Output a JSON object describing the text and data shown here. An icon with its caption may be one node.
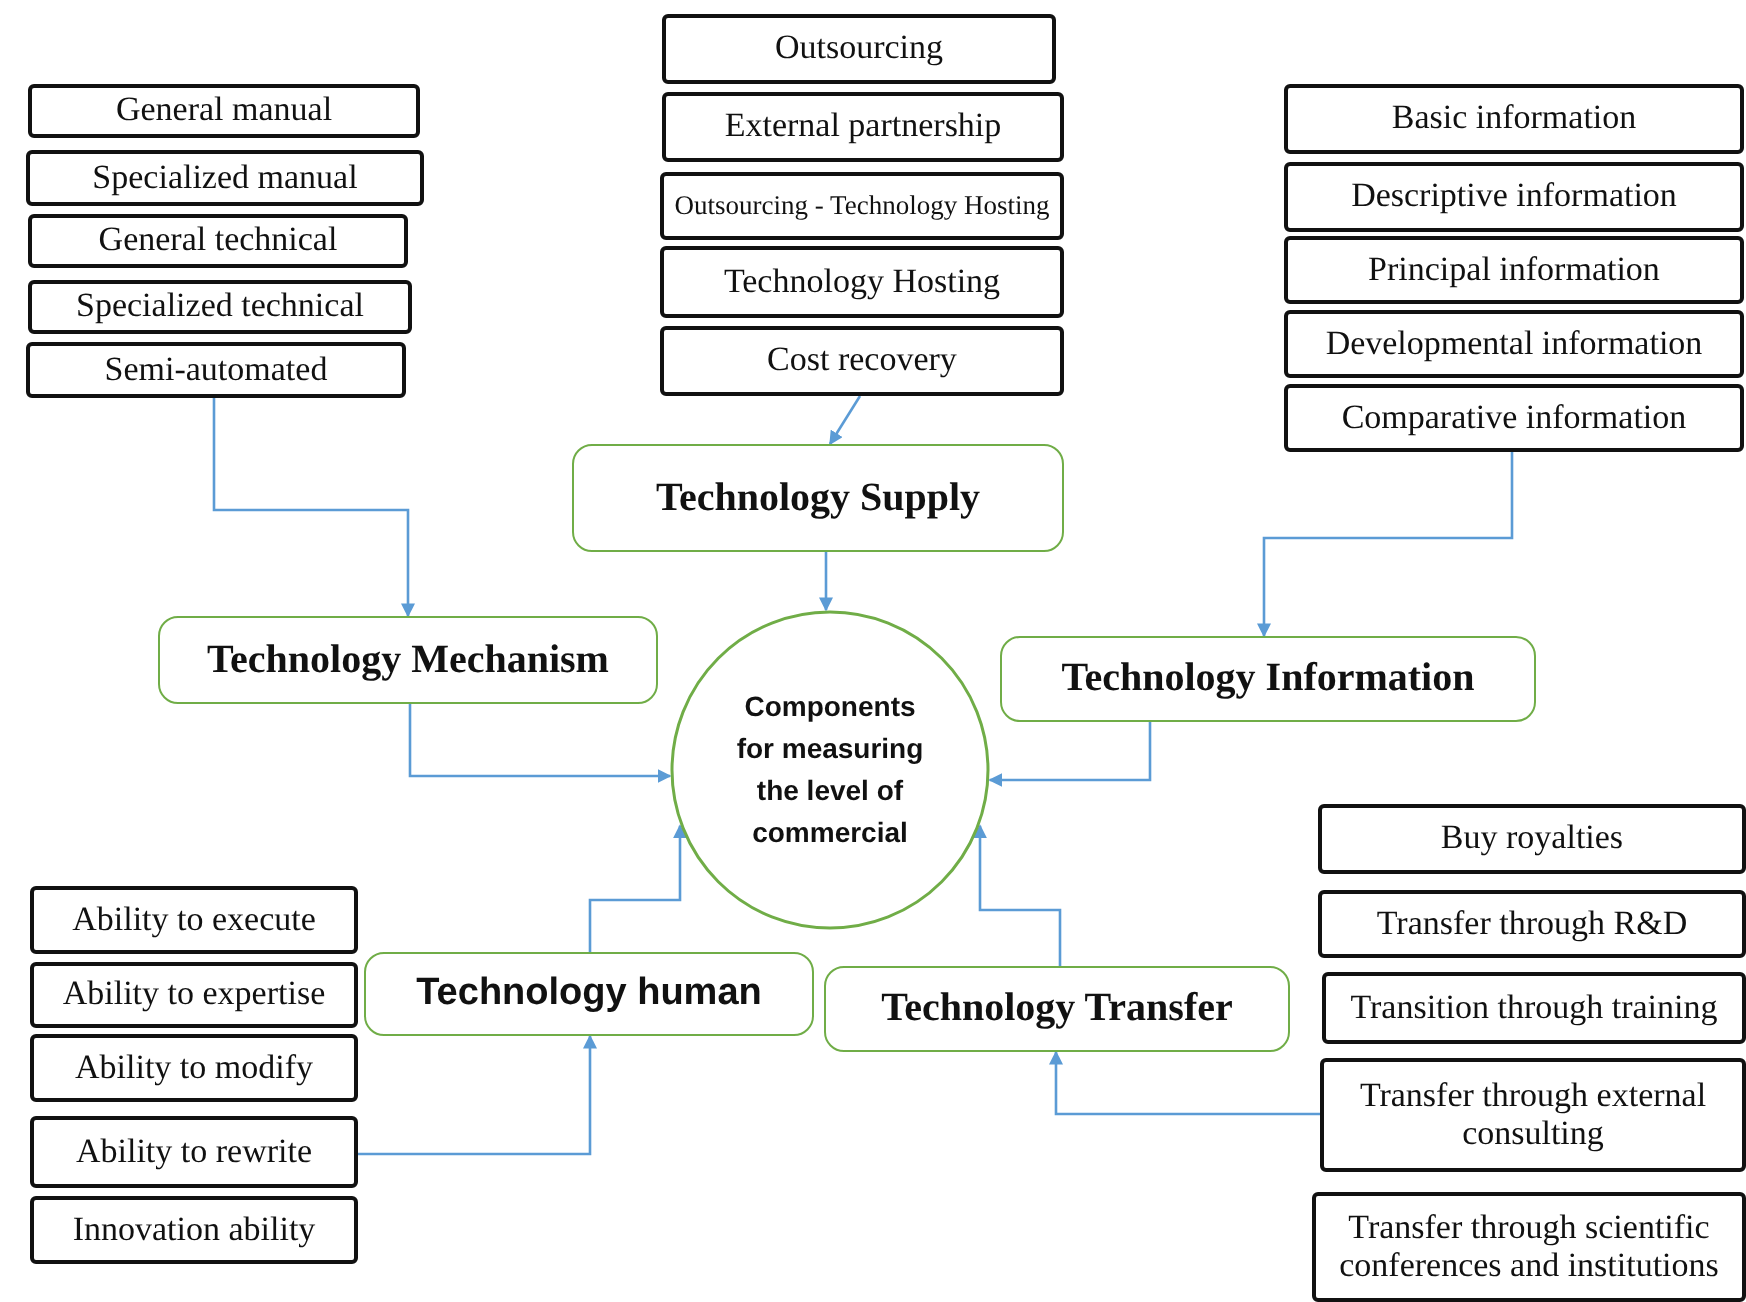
{
  "diagram": {
    "nodes": [
      {
        "text": [
          "Components for measuring the level of commercial"
        ]
      },
      {
        "text": [
          "General manual"
        ]
      },
      {
        "text": [
          "Specialized manual"
        ]
      },
      {
        "text": [
          "General technical"
        ]
      },
      {
        "text": [
          "Specialized technical"
        ]
      },
      {
        "text": [
          "Semi-automated"
        ]
      },
      {
        "text": [
          "Technology Mechanism"
        ]
      },
      {
        "text": [
          "Outsourcing"
        ]
      },
      {
        "text": [
          "External partnership"
        ]
      },
      {
        "text": [
          "Outsourcing - Technology Hosting"
        ]
      },
      {
        "text": [
          "Technology Hosting"
        ]
      },
      {
        "text": [
          "Cost recovery"
        ]
      },
      {
        "text": [
          "Technology Supply"
        ]
      },
      {
        "text": [
          "Basic information"
        ]
      },
      {
        "text": [
          "Descriptive information"
        ]
      },
      {
        "text": [
          "Principal information"
        ]
      },
      {
        "text": [
          "Developmental information"
        ]
      },
      {
        "text": [
          "Comparative information"
        ]
      },
      {
        "text": [
          "Technology Information"
        ]
      },
      {
        "text": [
          "Ability to execute"
        ]
      },
      {
        "text": [
          "Ability to expertise"
        ]
      },
      {
        "text": [
          "Ability to modify"
        ]
      },
      {
        "text": [
          "Ability to rewrite"
        ]
      },
      {
        "text": [
          "Innovation ability"
        ]
      },
      {
        "text": [
          "Technology human"
        ]
      },
      {
        "text": [
          "Technology Transfer"
        ]
      },
      {
        "text": [
          "Buy royalties"
        ]
      },
      {
        "text": [
          "Transfer through R&D"
        ]
      },
      {
        "text": [
          "Transition through training"
        ]
      },
      {
        "text": [
          "Transfer through external consulting"
        ]
      },
      {
        "text": [
          "Transfer through scientific conferences and institutions"
        ]
      }
    ],
    "edges": [
      {
        "from": 5,
        "to": 6,
        "arrow": "to"
      },
      {
        "from": 6,
        "to": 0,
        "arrow": "to"
      },
      {
        "from": 11,
        "to": 12,
        "arrow": "to"
      },
      {
        "from": 12,
        "to": 0,
        "arrow": "to"
      },
      {
        "from": 17,
        "to": 18,
        "arrow": "to"
      },
      {
        "from": 18,
        "to": 0,
        "arrow": "to"
      },
      {
        "from": 22,
        "to": 24,
        "arrow": "to"
      },
      {
        "from": 24,
        "to": 0,
        "arrow": "to"
      },
      {
        "from": 25,
        "to": 0,
        "arrow": "to"
      },
      {
        "from": 29,
        "to": 25,
        "arrow": "to"
      }
    ]
  }
}
